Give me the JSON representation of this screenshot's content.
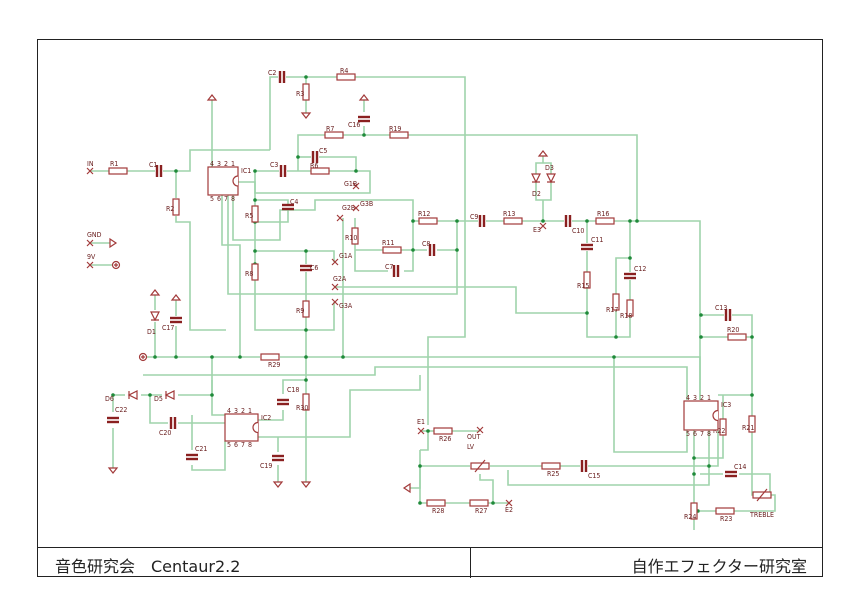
{
  "title_block": {
    "left": "音色研究会　Centaur2.2",
    "right": "自作エフェクター研究室"
  },
  "colors": {
    "wire": "#9fd4ab",
    "component": "#a23a3a",
    "junction": "#1f8a3a"
  },
  "components": [
    "R1",
    "R2",
    "R3",
    "R4",
    "R5",
    "R6",
    "R7",
    "R8",
    "R9",
    "R10",
    "R11",
    "R12",
    "R13",
    "R15",
    "R16",
    "R17",
    "R18",
    "R19",
    "R20",
    "R21",
    "R22",
    "R23",
    "R24",
    "R25",
    "R26",
    "R27",
    "R28",
    "R29",
    "R30",
    "C1",
    "C2",
    "C3",
    "C4",
    "C5",
    "C6",
    "C7",
    "C8",
    "C9",
    "C10",
    "C11",
    "C12",
    "C13",
    "C14",
    "C15",
    "C16",
    "C17",
    "C18",
    "C19",
    "C20",
    "C21",
    "C22",
    "IC1",
    "IC2",
    "IC3",
    "D1",
    "D2",
    "D3",
    "D5",
    "D6"
  ],
  "terminals": [
    "IN",
    "GND",
    "9V",
    "G1B",
    "G2B",
    "G3B",
    "G1A",
    "G2A",
    "G3A",
    "E1",
    "E2",
    "E3",
    "OUT",
    "LV",
    "TREBLE"
  ],
  "ic_pins": [
    "1",
    "2",
    "3",
    "4",
    "5",
    "6",
    "7",
    "8"
  ]
}
